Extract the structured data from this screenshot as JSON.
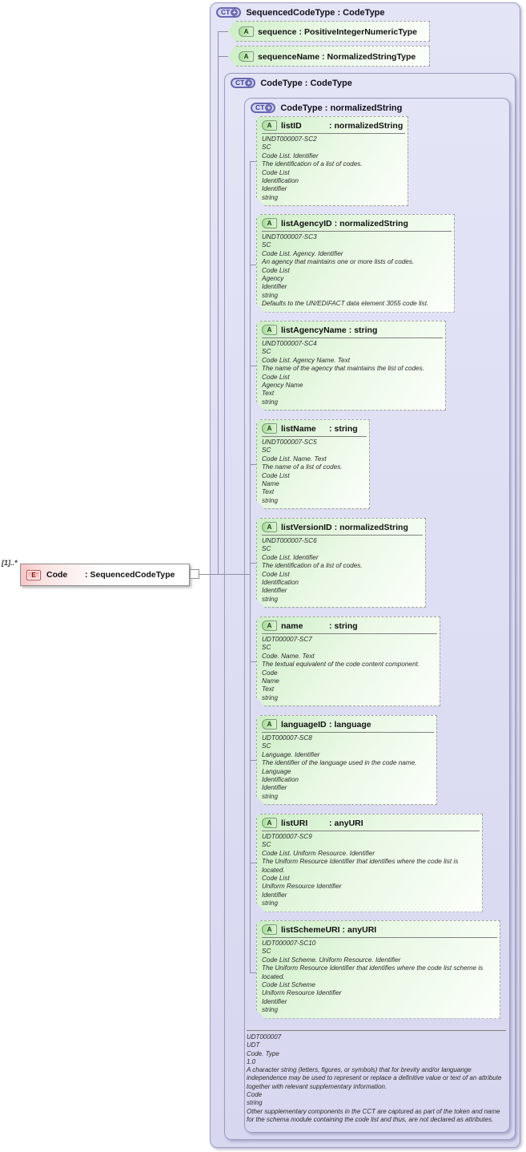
{
  "badges": {
    "complex_type": "CT",
    "plus": "+",
    "attribute": "A",
    "element": "E"
  },
  "ui": {
    "colon": ":"
  },
  "element": {
    "cardinality": "[1]..*",
    "name": "Code",
    "type": "SequencedCodeType"
  },
  "outer": {
    "title": "SequencedCodeType : CodeType",
    "attributes": [
      {
        "name": "sequence",
        "type": "PositiveIntegerNumericType"
      },
      {
        "name": "sequenceName",
        "type": "NormalizedStringType"
      }
    ]
  },
  "mid": {
    "title": "CodeType : CodeType"
  },
  "inner": {
    "title": "CodeType : normalizedString",
    "attributes": [
      {
        "name": "listID",
        "type": "normalizedString",
        "annotation": "UNDT000007-SC2\nSC\nCode List. Identifier\nThe identification of a list of codes.\nCode List\nIdentification\nIdentifier\nstring"
      },
      {
        "name": "listAgencyID",
        "type": "normalizedString",
        "annotation": "UNDT000007-SC3\nSC\nCode List. Agency. Identifier\nAn agency that maintains one or more lists of codes.\nCode List\nAgency\nIdentifier\nstring\nDefaults to the UN/EDIFACT data element 3055 code list."
      },
      {
        "name": "listAgencyName",
        "type": "string",
        "annotation": "UNDT000007-SC4\nSC\nCode List. Agency Name. Text\nThe name of the agency that maintains the list of codes.\nCode List\nAgency Name\nText\nstring"
      },
      {
        "name": "listName",
        "type": "string",
        "annotation": "UNDT000007-SC5\nSC\nCode List. Name. Text\nThe name of a list of codes.\nCode List\nName\nText\nstring"
      },
      {
        "name": "listVersionID",
        "type": "normalizedString",
        "annotation": "UNDT000007-SC6\nSC\nCode List. Identifier\nThe identification of a list of codes.\nCode List\nIdentification\nIdentifier\nstring"
      },
      {
        "name": "name",
        "type": "string",
        "annotation": "UDT000007-SC7\nSC\nCode. Name. Text\nThe textual equivalent of the code content component.\nCode\nName\nText\nstring"
      },
      {
        "name": "languageID",
        "type": "language",
        "annotation": "UDT000007-SC8\nSC\nLanguage. Identifier\nThe identifier of the language used in the code name.\nLanguage\nIdentification\nIdentifier\nstring"
      },
      {
        "name": "listURI",
        "type": "anyURI",
        "annotation": "UDT000007-SC9\nSC\nCode List. Uniform Resource. Identifier\nThe Uniform Resource Identifier that identifies where the code list is located.\nCode List\nUniform Resource Identifier\nIdentifier\nstring"
      },
      {
        "name": "listSchemeURI",
        "type": "anyURI",
        "annotation": "UDT000007-SC10\nSC\nCode List Scheme. Uniform Resource. Identifier\nThe Uniform Resource Identifier that identifies where the code list scheme is located.\nCode List Scheme\nUniform Resource Identifier\nIdentifier\nstring"
      }
    ],
    "doc": "UDT000007\nUDT\nCode. Type\n1.0\nA character string (letters, figures, or symbols) that for brevity and/or languange independence may be used to represent or replace a definitive value or text of an attribute together with relevant supplementary information.\nCode\nstring\nOther supplementary components in the CCT are captured as part of the token and name for the schema module containing the code list and thus, are not declared as attributes."
  },
  "colors": {
    "container_fill": "#dcdcf2",
    "container_border": "#9b9bc0",
    "attribute_fill": "#cdeec6",
    "attribute_border": "#a5a5a5",
    "element_fill": "#f5c6c6",
    "element_border": "#909090",
    "ct_badge": "#6868b0",
    "a_badge": "#a9dc9a",
    "e_badge": "#b65252",
    "connector": "#8f8fa8"
  }
}
